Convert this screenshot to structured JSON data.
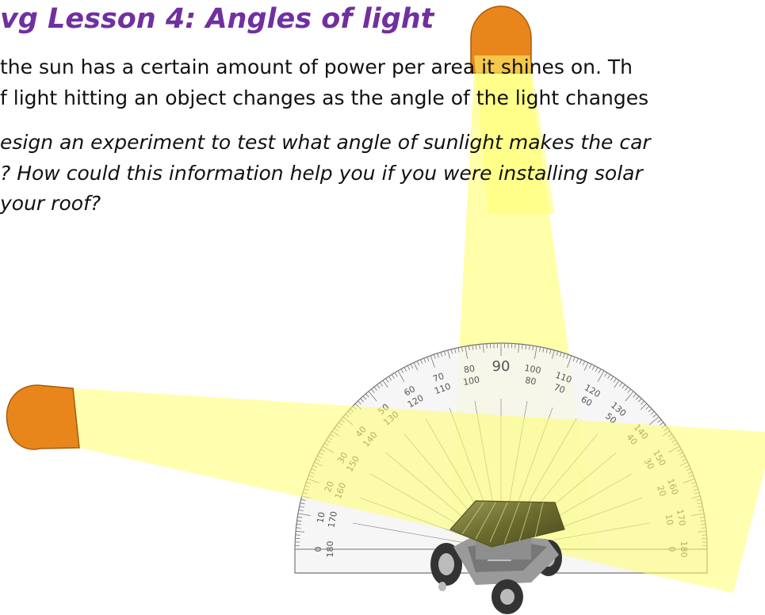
{
  "document": {
    "title": "vg Lesson 4: Angles of light",
    "paragraph1": [
      " the sun has a certain amount of power per area it shines on. Th",
      "f light hitting an object changes as the angle of the light changes"
    ],
    "paragraph2": [
      "esign an experiment to test what angle of sunlight makes the car",
      "? How could this information help you if you were installing solar",
      "your roof?"
    ]
  },
  "protractor": {
    "outer_labels": [
      "0",
      "10",
      "20",
      "30",
      "40",
      "50",
      "60",
      "70",
      "80",
      "90",
      "100",
      "110",
      "120",
      "130",
      "140",
      "150",
      "160",
      "170",
      "180"
    ],
    "inner_labels": [
      "180",
      "170",
      "160",
      "150",
      "140",
      "130",
      "120",
      "110",
      "100",
      "80",
      "70",
      "60",
      "50",
      "40",
      "30",
      "20",
      "10",
      "0"
    ]
  },
  "colors": {
    "title": "#7030a0",
    "lamp": "#e8861c",
    "light_beam": "#ffff8c",
    "highlight": "#ffff70"
  },
  "icons": {
    "lamp_top": "lamp-icon",
    "lamp_left": "lamp-icon",
    "car": "solar-car-icon",
    "protractor": "protractor-icon"
  }
}
